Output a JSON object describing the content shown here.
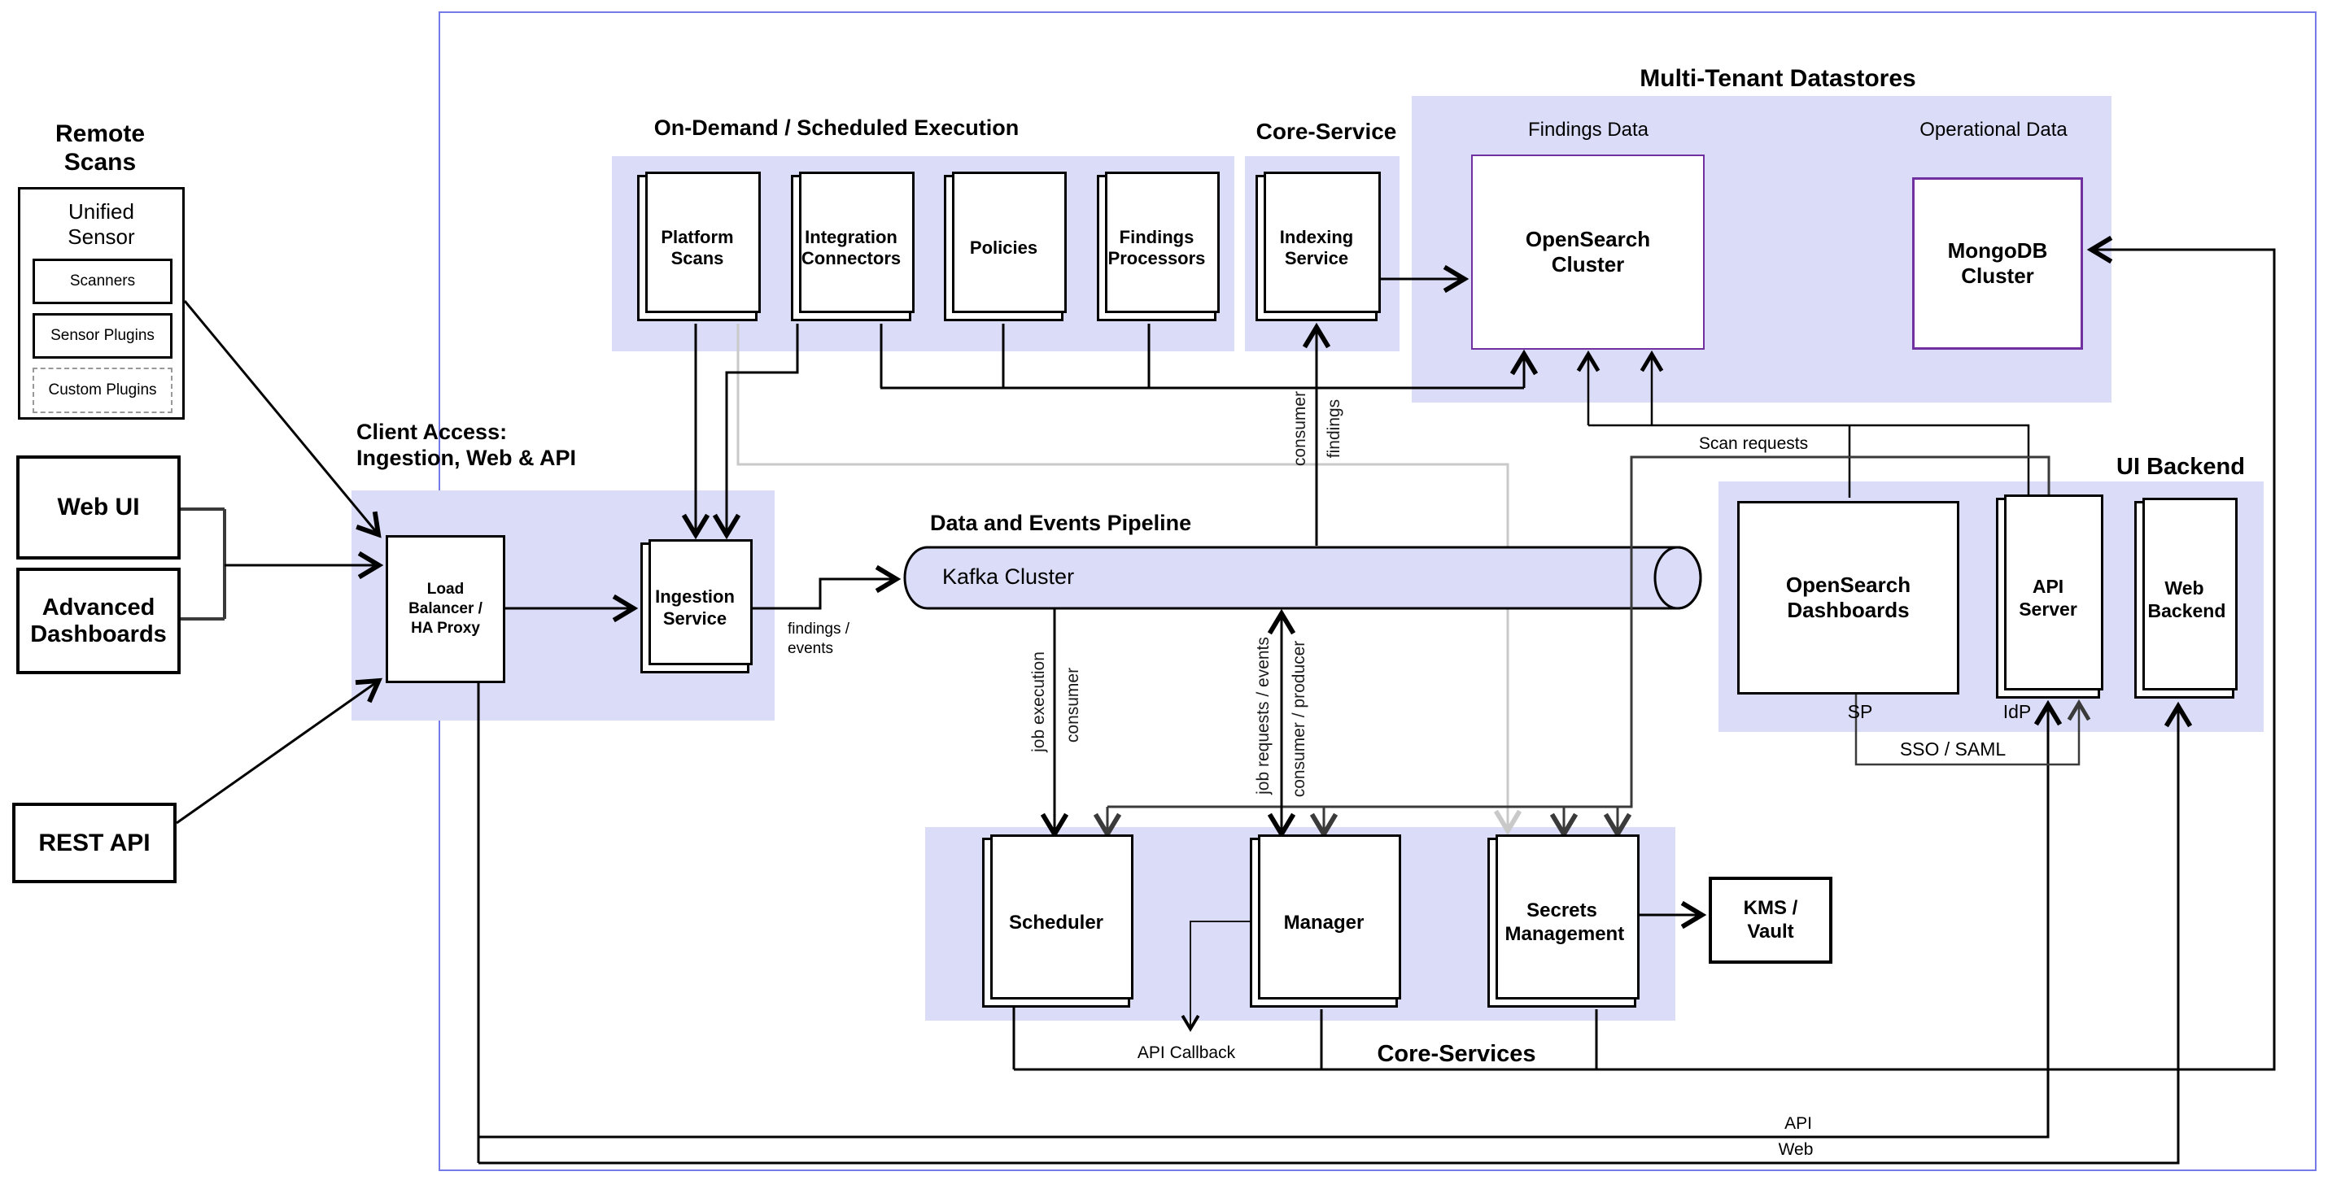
{
  "titles": {
    "remote_scans": "Remote Scans",
    "client_access_1": "Client Access:",
    "client_access_2": "Ingestion, Web & API",
    "on_demand": "On-Demand / Scheduled Execution",
    "core_service": "Core-Service",
    "datastores": "Multi-Tenant Datastores",
    "findings_data": "Findings Data",
    "operational_data": "Operational Data",
    "pipeline": "Data and Events Pipeline",
    "ui_backend": "UI Backend",
    "core_services": "Core-Services"
  },
  "nodes": {
    "unified_sensor": "Unified Sensor",
    "scanners": "Scanners",
    "sensor_plugins": "Sensor Plugins",
    "custom_plugins": "Custom Plugins",
    "web_ui": "Web UI",
    "advanced_dashboards": "Advanced Dashboards",
    "rest_api": "REST API",
    "load_balancer": "Load Balancer / HA Proxy",
    "ingestion_service": "Ingestion Service",
    "platform_scans": "Platform Scans",
    "integration_connectors": "Integration Connectors",
    "policies": "Policies",
    "findings_processors": "Findings Processors",
    "indexing_service": "Indexing Service",
    "opensearch_cluster": "OpenSearch Cluster",
    "mongodb_cluster": "MongoDB Cluster",
    "kafka": "Kafka Cluster",
    "opensearch_dashboards": "OpenSearch Dashboards",
    "api_server": "API Server",
    "web_backend": "Web Backend",
    "scheduler": "Scheduler",
    "manager": "Manager",
    "secrets_management": "Secrets Management",
    "kms_vault": "KMS / Vault"
  },
  "edge_labels": {
    "findings_events": "findings / events",
    "consumer": "consumer",
    "findings": "findings",
    "job_execution": "job execution",
    "job_execution_consumer": "consumer",
    "job_requests_events": "job requests / events",
    "consumer_producer": "consumer / producer",
    "scan_requests": "Scan requests",
    "api_callback": "API Callback",
    "sp": "SP",
    "idp": "IdP",
    "sso_saml": "SSO / SAML",
    "api": "API",
    "web": "Web"
  },
  "colors": {
    "band": "#DBDDF8",
    "datastore_border": "#70309F",
    "frame": "#7679E8",
    "gray_line": "#C9C9C9",
    "dark_line": "#3A3A3A"
  }
}
